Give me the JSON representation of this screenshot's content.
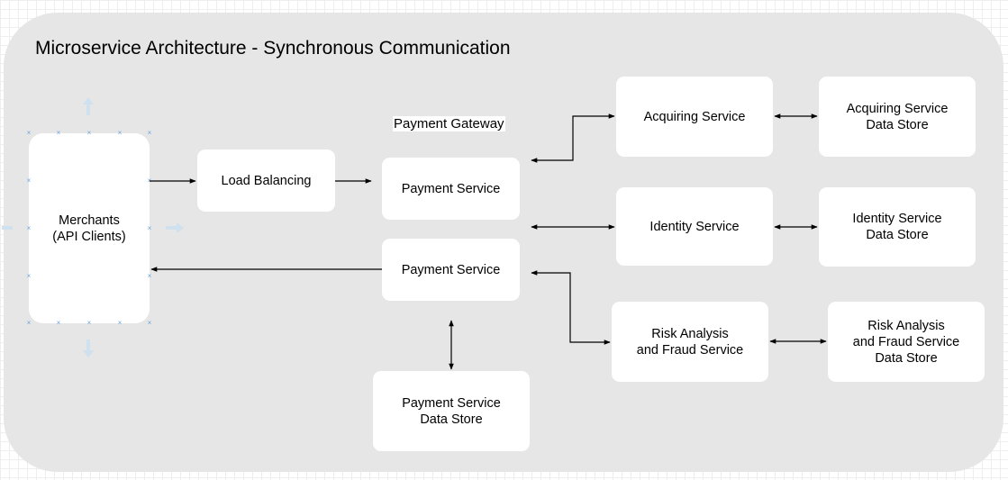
{
  "diagram": {
    "title": "Microservice Architecture - Synchronous Communication",
    "group_label": "Payment Gateway",
    "nodes": {
      "merchants": "Merchants\n(API Clients)",
      "load_balancing": "Load Balancing",
      "payment_service_1": "Payment Service",
      "payment_service_2": "Payment Service",
      "payment_service_store": "Payment Service\nData Store",
      "acquiring_service": "Acquiring Service",
      "acquiring_store": "Acquiring Service\nData Store",
      "identity_service": "Identity Service",
      "identity_store": "Identity Service\nData Store",
      "risk_service": "Risk Analysis\nand Fraud Service",
      "risk_store": "Risk Analysis\nand Fraud Service\nData Store"
    },
    "colors": {
      "container": "#e6e6e6",
      "node": "#ffffff",
      "edge": "#000000",
      "selection": "#6aa6dd"
    }
  }
}
